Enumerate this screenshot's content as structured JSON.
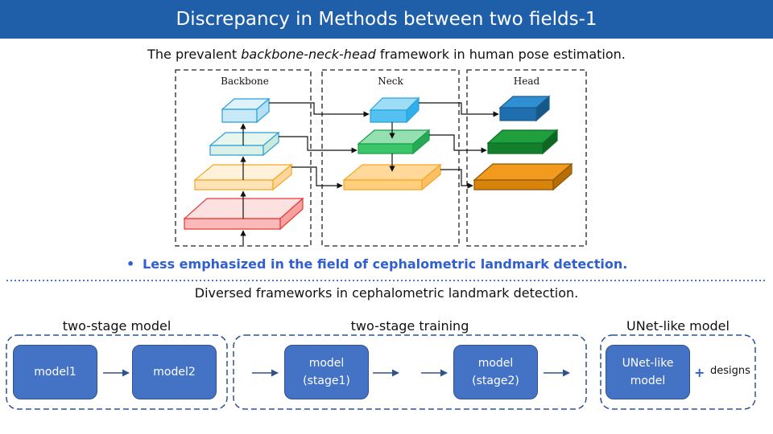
{
  "title": "Discrepancy in Methods between two fields-1",
  "top_section": {
    "caption_pre": "The prevalent ",
    "caption_em": "backbone-neck-head",
    "caption_post": " framework in human pose estimation.",
    "diagram": {
      "backbone_label": "Backbone",
      "neck_label": "Neck",
      "head_label": "Head"
    },
    "bullet_mark": "•",
    "bullet": "Less emphasized in the field of cephalometric landmark detection."
  },
  "bottom_section": {
    "caption": "Diversed frameworks in cephalometric landmark detection.",
    "groups": [
      {
        "label": "two-stage model",
        "boxes": [
          "model1",
          "model2"
        ]
      },
      {
        "label": "two-stage training",
        "boxes": [
          "model\n(stage1)",
          "model\n(stage2)"
        ]
      },
      {
        "label": "UNet-like model",
        "boxes": [
          "UNet-like\nmodel"
        ],
        "plus": "+",
        "extra": "designs"
      }
    ]
  },
  "colors": {
    "title_bar": "#1f5ea8",
    "bullet": "#2f5fd0",
    "node_fill": "#4472c4",
    "group_border": "#2f528f"
  }
}
